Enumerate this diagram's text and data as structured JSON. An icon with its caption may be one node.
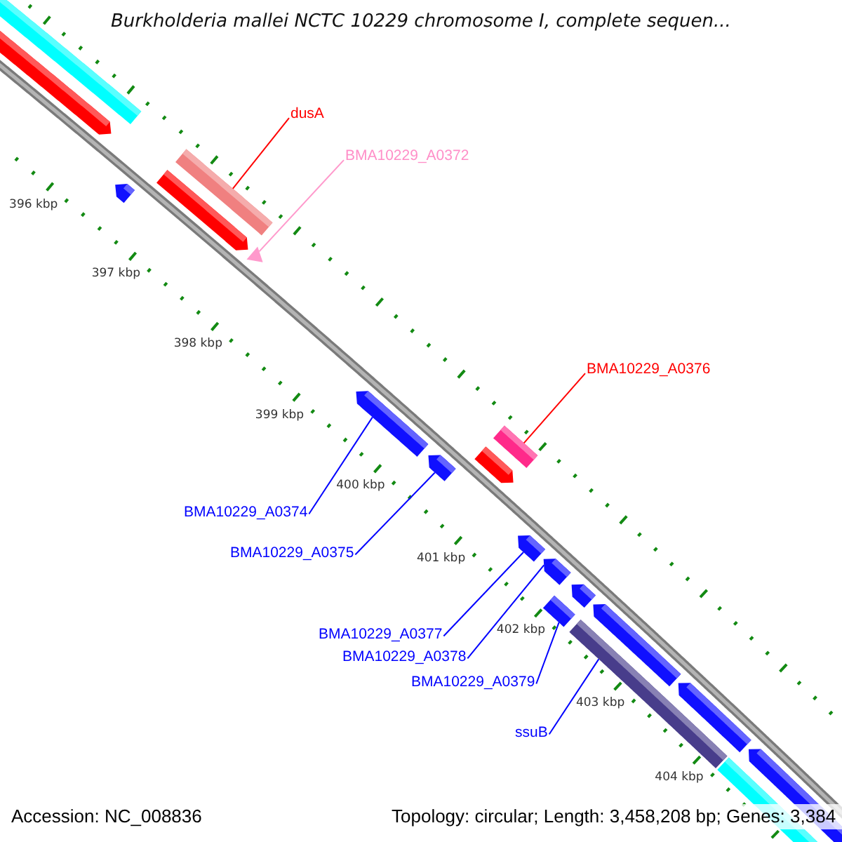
{
  "diagram": {
    "title": "Burkholderia mallei NCTC 10229 chromosome I, complete sequen...",
    "nodes": [
      {
        "text": [],
        "shape": "bar"
      },
      {
        "text": [],
        "shape": "pentagon"
      },
      {
        "text": [
          "dusA"
        ]
      },
      {
        "text": [],
        "shape": "bar"
      },
      {
        "text": [],
        "shape": "pentagon"
      },
      {
        "text": [
          "BMA10229_A0372"
        ]
      },
      {
        "text": [],
        "shape": "triangle"
      },
      {
        "text": [],
        "shape": "pentagon"
      },
      {
        "text": [
          "BMA10229_A0376"
        ]
      },
      {
        "text": [],
        "shape": "bar"
      },
      {
        "text": [],
        "shape": "pentagon"
      },
      {
        "text": [
          "BMA10229_A0374"
        ]
      },
      {
        "text": [],
        "shape": "pentagon"
      },
      {
        "text": [
          "BMA10229_A0375"
        ]
      },
      {
        "text": [],
        "shape": "pentagon"
      },
      {
        "text": [
          "BMA10229_A0377"
        ]
      },
      {
        "text": [],
        "shape": "pentagon"
      },
      {
        "text": [
          "BMA10229_A0378"
        ]
      },
      {
        "text": [],
        "shape": "pentagon"
      },
      {
        "text": [
          "BMA10229_A0379"
        ]
      },
      {
        "text": [],
        "shape": "bar"
      },
      {
        "text": [],
        "shape": "pentagon"
      },
      {
        "text": [],
        "shape": "pentagon"
      },
      {
        "text": [
          "ssuB"
        ]
      },
      {
        "text": [],
        "shape": "bar"
      },
      {
        "text": [],
        "shape": "pentagon"
      },
      {
        "text": [],
        "shape": "bar"
      },
      {
        "text": [],
        "shape": "pentagon"
      }
    ],
    "edges": [
      {
        "from": 2,
        "to": 3,
        "arrow": "none",
        "color": "#ff0000"
      },
      {
        "from": 5,
        "to": 6,
        "arrow": "none",
        "color": "#ff99cc"
      },
      {
        "from": 8,
        "to": 9,
        "arrow": "none",
        "color": "#ff0000"
      },
      {
        "from": 11,
        "to": 12,
        "arrow": "none"
      },
      {
        "from": 13,
        "to": 14,
        "arrow": "none"
      },
      {
        "from": 15,
        "to": 16,
        "arrow": "none"
      },
      {
        "from": 17,
        "to": 18,
        "arrow": "none"
      },
      {
        "from": 19,
        "to": 20,
        "arrow": "none"
      },
      {
        "from": 23,
        "to": 24,
        "arrow": "none"
      }
    ],
    "labels": [
      "396 kbp",
      "397 kbp",
      "398 kbp",
      "399 kbp",
      "400 kbp",
      "401 kbp",
      "402 kbp",
      "403 kbp",
      "404 kbp",
      "Accession: NC_008836",
      "Topology: circular; Length: 3,458,208 bp; Genes: 3,384"
    ]
  }
}
